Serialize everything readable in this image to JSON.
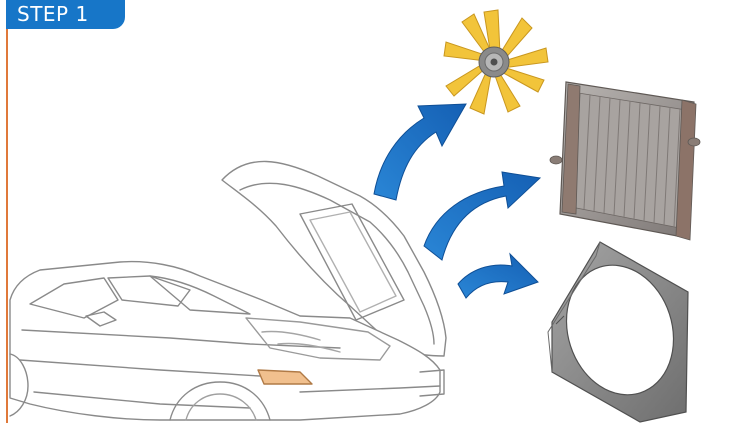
{
  "step": {
    "label": "STEP 1"
  },
  "colors": {
    "accent": "#1776c8",
    "rule": "#e0793a",
    "arrow": "#1a6fc4",
    "fan": "#f2c43a",
    "radiator": "#9a9a9a",
    "shroud": "#8f8f8f",
    "car_outline": "#8a8a8a"
  },
  "parts": [
    "engine-fan",
    "radiator",
    "fan-shroud"
  ]
}
